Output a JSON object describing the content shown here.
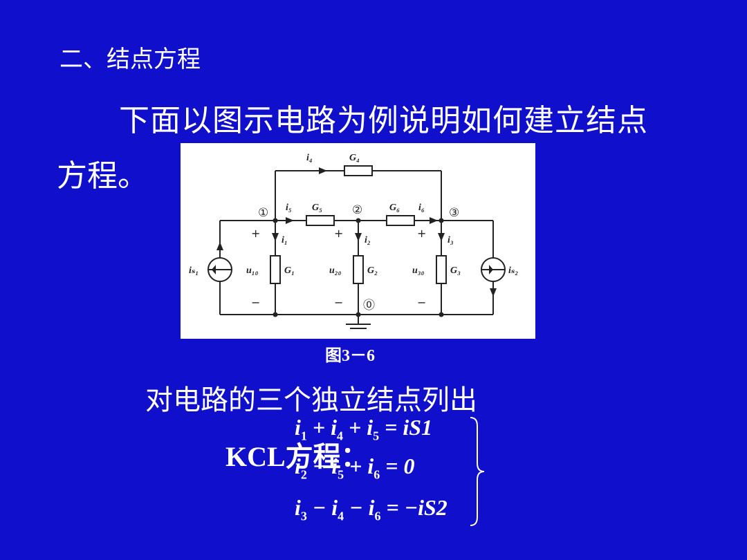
{
  "heading": "二、结点方程",
  "intro_line1": "下面以图示电路为例说明如何建立结点",
  "intro_line2": "方程。",
  "figure": {
    "caption": "图3－6",
    "branch_labels": {
      "i4": "i₄",
      "G4": "G₄",
      "i5": "i₅",
      "G5": "G₅",
      "G6": "G₆",
      "i6": "i₆",
      "i1": "i₁",
      "G1": "G₁",
      "i2": "i₂",
      "G2": "G₂",
      "i3": "i₃",
      "G3": "G₃",
      "u10": "u₁₀",
      "u20": "u₂₀",
      "u30": "u₃₀",
      "is1": "iₛ₁",
      "is2": "iₛ₂"
    },
    "node_labels": {
      "n1": "①",
      "n2": "②",
      "n3": "③",
      "n0": "⓪"
    },
    "signs": {
      "plus": "+",
      "minus": "−"
    }
  },
  "sentence": "对电路的三个独立结点列出",
  "kcl_label": "KCL方程：",
  "equations": [
    {
      "lhs": [
        "i",
        "1",
        "+",
        "i",
        "4",
        "+",
        "i",
        "5"
      ],
      "rhs": "= iS1"
    },
    {
      "lhs": [
        "i",
        "2",
        "−",
        "i",
        "5",
        "+",
        "i",
        "6"
      ],
      "rhs": "= 0"
    },
    {
      "lhs": [
        "i",
        "3",
        "−",
        "i",
        "4",
        "−",
        "i",
        "6"
      ],
      "rhs": "= −iS2"
    }
  ],
  "colors": {
    "background": "#0f0fcc",
    "text": "#ffffff",
    "figure_bg": "#ffffff",
    "wire": "#222222"
  }
}
